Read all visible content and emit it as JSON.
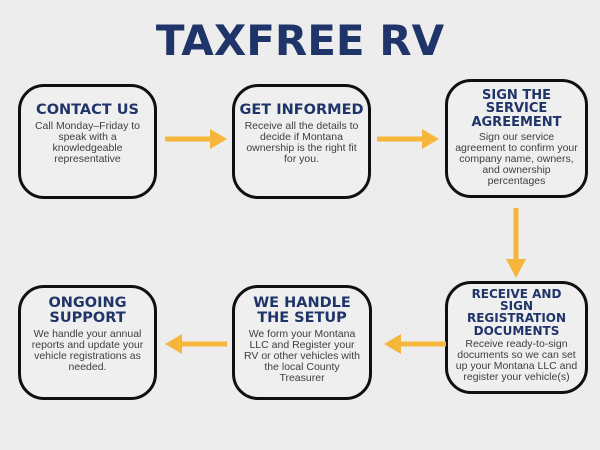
{
  "title": "TAXFREE RV",
  "colors": {
    "background": "#EDEDED",
    "navy": "#1F3468",
    "arrow_gold": "#F6B53B",
    "body_text": "#3F3F3F",
    "box_border": "#101010"
  },
  "steps": [
    {
      "heading": "CONTACT US",
      "body": "Call Monday–Friday to speak with a knowledgeable representative"
    },
    {
      "heading": "GET INFORMED",
      "body": "Receive all the details to decide if Montana ownership is the right fit for you."
    },
    {
      "heading": "SIGN THE SERVICE AGREEMENT",
      "body": "Sign our service agreement to confirm your company name, owners, and ownership percentages"
    },
    {
      "heading": "RECEIVE AND SIGN REGISTRATION DOCUMENTS",
      "body": "Receive ready-to-sign documents so we can set up your Montana LLC and register your vehicle(s)"
    },
    {
      "heading": "WE HANDLE THE SETUP",
      "body": "We form your Montana LLC and Register your RV or other vehicles with the local County Treasurer"
    },
    {
      "heading": "ONGOING SUPPORT",
      "body": "We handle your annual reports and update your vehicle registrations as needed."
    }
  ],
  "flow_order": [
    "CONTACT US",
    "GET INFORMED",
    "SIGN THE SERVICE AGREEMENT",
    "RECEIVE AND SIGN REGISTRATION DOCUMENTS",
    "WE HANDLE THE SETUP",
    "ONGOING SUPPORT"
  ],
  "arrow_directions": [
    "right",
    "right",
    "down",
    "left",
    "left"
  ]
}
